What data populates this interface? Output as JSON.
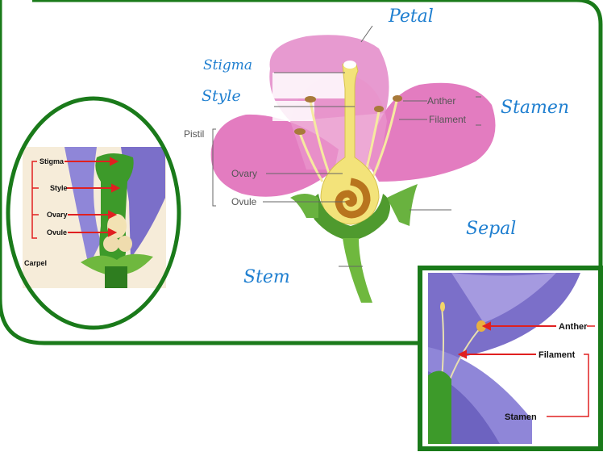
{
  "labels": {
    "petal": "Petal",
    "stigma": "Stigma",
    "style": "Style",
    "stamen": "Stamen",
    "sepal": "Sepal",
    "stem": "Stem"
  },
  "diagram_labels": {
    "pistil": "Pistil",
    "ovary": "Ovary",
    "ovule": "Ovule",
    "anther": "Anther",
    "filament": "Filament"
  },
  "carpel_inset": {
    "stigma": "Stigma",
    "style": "Style",
    "ovary": "Ovary",
    "ovule": "Ovule",
    "carpel": "Carpel"
  },
  "stamen_inset": {
    "anther": "Anther",
    "filament": "Filament",
    "stamen": "Stamen"
  },
  "colors": {
    "frame": "#1a7a1a",
    "label_blue": "#1f7fd0",
    "petal_pink": "#e37cc0",
    "pistil_yellow": "#f3e37a",
    "arrow_red": "#e02020",
    "petal_purple": "#7b6fc9"
  }
}
